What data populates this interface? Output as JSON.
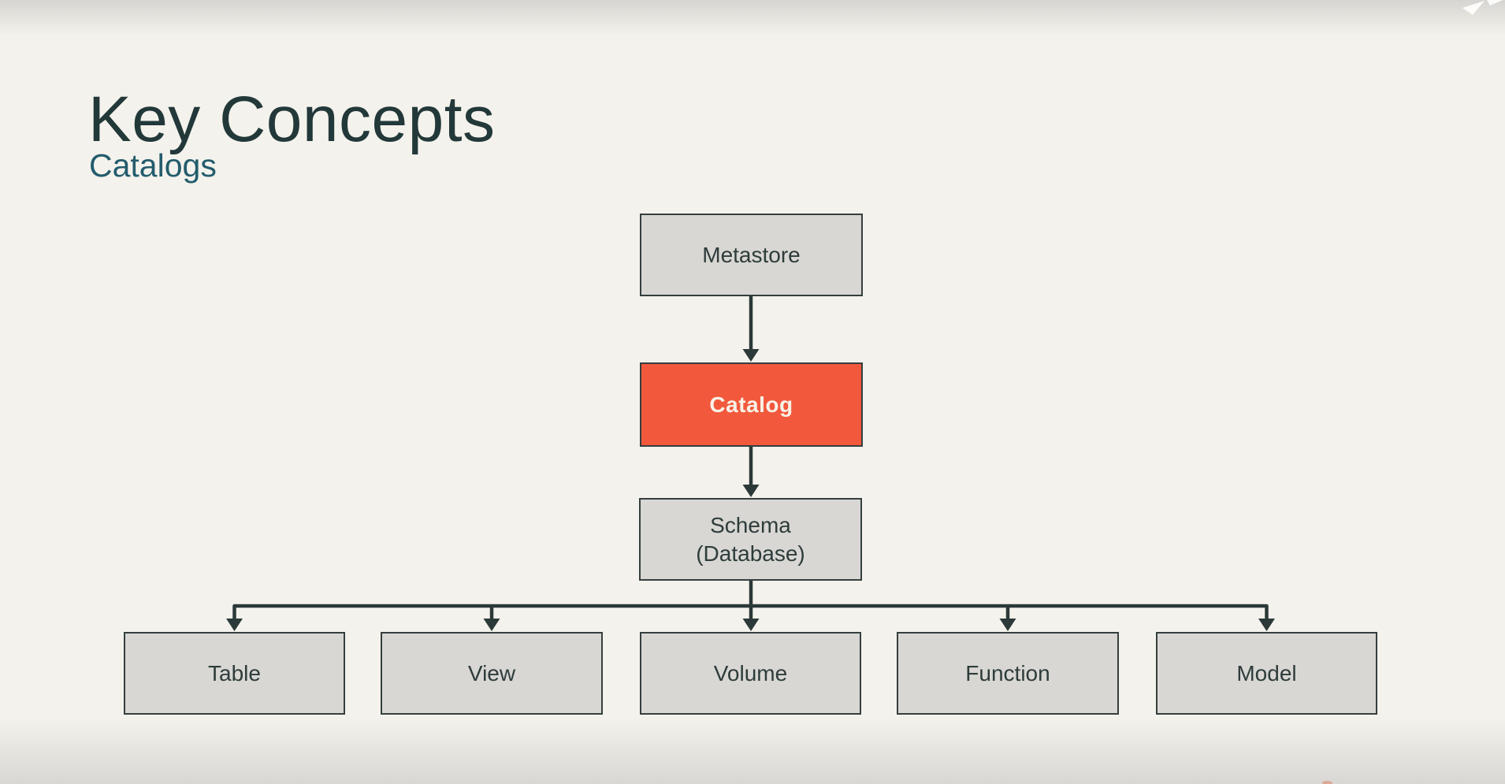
{
  "slide": {
    "title": "Key Concepts",
    "subtitle": "Catalogs"
  },
  "diagram": {
    "type": "hierarchy-flowchart",
    "root": {
      "label": "Metastore"
    },
    "catalog": {
      "label": "Catalog",
      "highlighted": true
    },
    "schema": {
      "label": "Schema\n(Database)"
    },
    "leaves": [
      {
        "label": "Table"
      },
      {
        "label": "View"
      },
      {
        "label": "Volume"
      },
      {
        "label": "Function"
      },
      {
        "label": "Model"
      }
    ],
    "edges": [
      "Metastore → Catalog",
      "Catalog → Schema (Database)",
      "Schema (Database) → Table",
      "Schema (Database) → View",
      "Schema (Database) → Volume",
      "Schema (Database) → Function",
      "Schema (Database) → Model"
    ]
  },
  "colors": {
    "background": "#f4f2ec",
    "top_fade": "#d7d5d1",
    "bottom_fade": "#d9d7d3",
    "node_fill": "#d8d7d3",
    "node_border": "#343f3e",
    "node_text": "#2e3c3b",
    "highlight_fill": "#f2593c",
    "highlight_text": "#f8f2e9",
    "connector": "#2b3938",
    "title_text": "#223839",
    "subtitle_text": "#235c6d"
  },
  "icons": {
    "cursor_artifact": "white-pointer-fragment"
  }
}
